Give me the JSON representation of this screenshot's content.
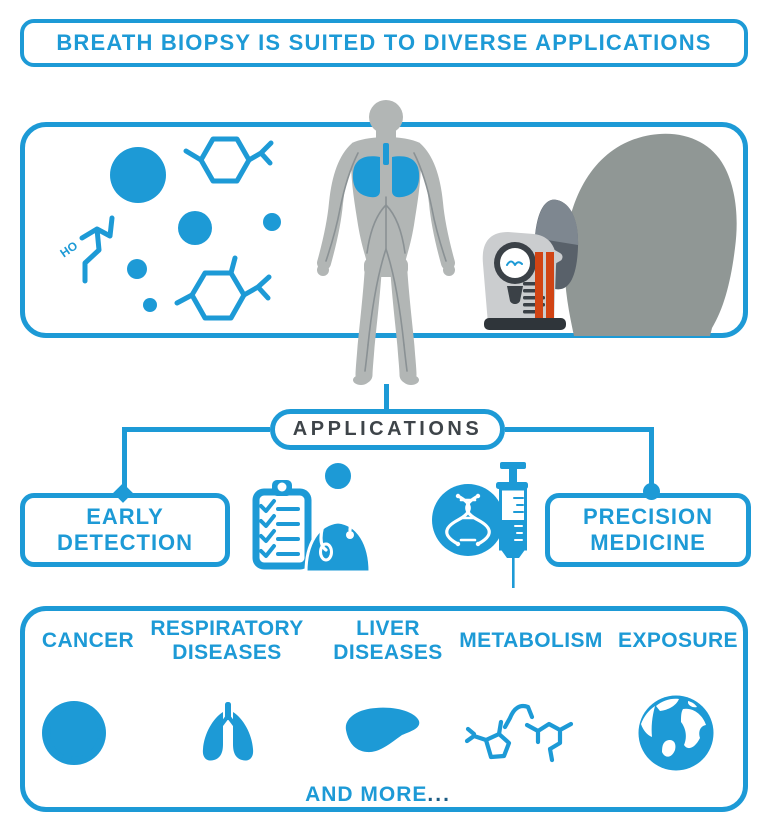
{
  "colors": {
    "blue": "#1d9ad6",
    "navy": "#1c5c84",
    "dark": "#3e4449",
    "body_gray": "#b2b6b5",
    "vessel_gray": "#8a9194",
    "head_gray": "#909795",
    "mask_dark": "#59616a",
    "mask_light": "#7e8790",
    "device_light": "#cbcdcf",
    "device_dark": "#3b4147",
    "device_base": "#2f353a",
    "tube_red": "#d14414",
    "white": "#ffffff"
  },
  "banner": {
    "title": "BREATH BIOPSY IS SUITED TO DIVERSE APPLICATIONS"
  },
  "overview": {
    "molecules_icon": "voc-molecules-icon",
    "body_icon": "human-body-lungs-icon",
    "sampler_icon": "breath-sampler-mask-icon",
    "ho_label": "HO"
  },
  "hub": {
    "label": "APPLICATIONS"
  },
  "branches": {
    "left": {
      "label": "EARLY DETECTION"
    },
    "middle_icons": [
      "clipboard-checklist-icon",
      "doctor-icon",
      "dna-icon",
      "syringe-icon"
    ],
    "right": {
      "label": "PRECISION MEDICINE"
    }
  },
  "categories": [
    {
      "label": "CANCER",
      "icon": "cancer-cell-icon"
    },
    {
      "label": "RESPIRATORY DISEASES",
      "icon": "lungs-icon"
    },
    {
      "label": "LIVER DISEASES",
      "icon": "liver-icon"
    },
    {
      "label": "METABOLISM",
      "icon": "metabolite-molecules-icon"
    },
    {
      "label": "EXPOSURE",
      "icon": "globe-icon"
    }
  ],
  "footer": {
    "and_more": "AND MORE",
    "ellipsis": "..."
  }
}
